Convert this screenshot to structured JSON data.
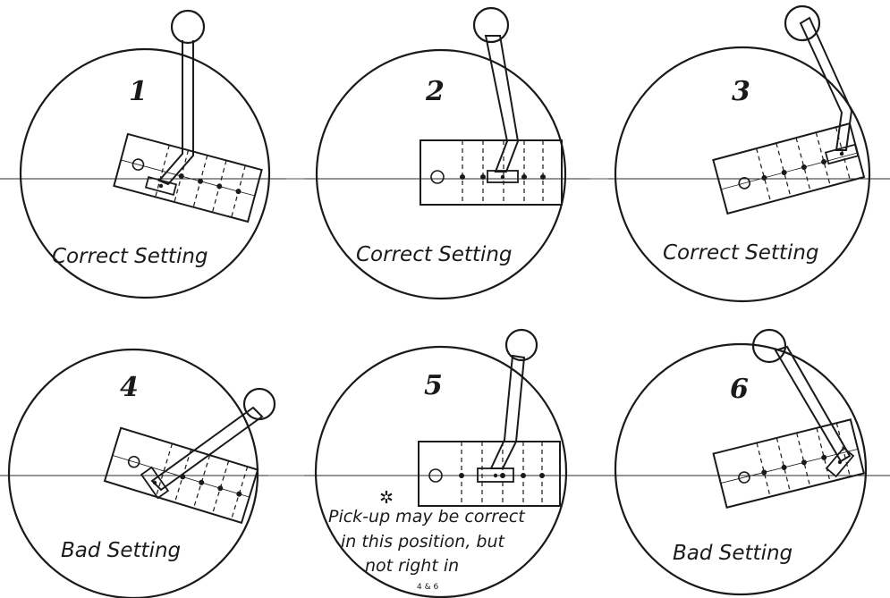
{
  "panels": [
    {
      "number": "1",
      "caption": "Correct Setting",
      "angle": 15,
      "arm": "bent-left"
    },
    {
      "number": "2",
      "caption": "Correct Setting",
      "angle": 0,
      "arm": "bent-left"
    },
    {
      "number": "3",
      "caption": "Correct Setting",
      "angle": -15,
      "arm": "bent-left"
    },
    {
      "number": "4",
      "caption": "Bad Setting",
      "angle": 20,
      "arm": "straight"
    },
    {
      "number": "5",
      "caption_lines": [
        "Pick-up may be correct",
        "in this position, but",
        "not right in"
      ],
      "footnote": "4 & 6",
      "angle": 0,
      "arm": "bent-left"
    },
    {
      "number": "6",
      "caption": "Bad Setting",
      "angle": -15,
      "arm": "straight-diag"
    }
  ],
  "colors": {
    "ink": "#1a1a1a",
    "paper": "#ffffff"
  }
}
